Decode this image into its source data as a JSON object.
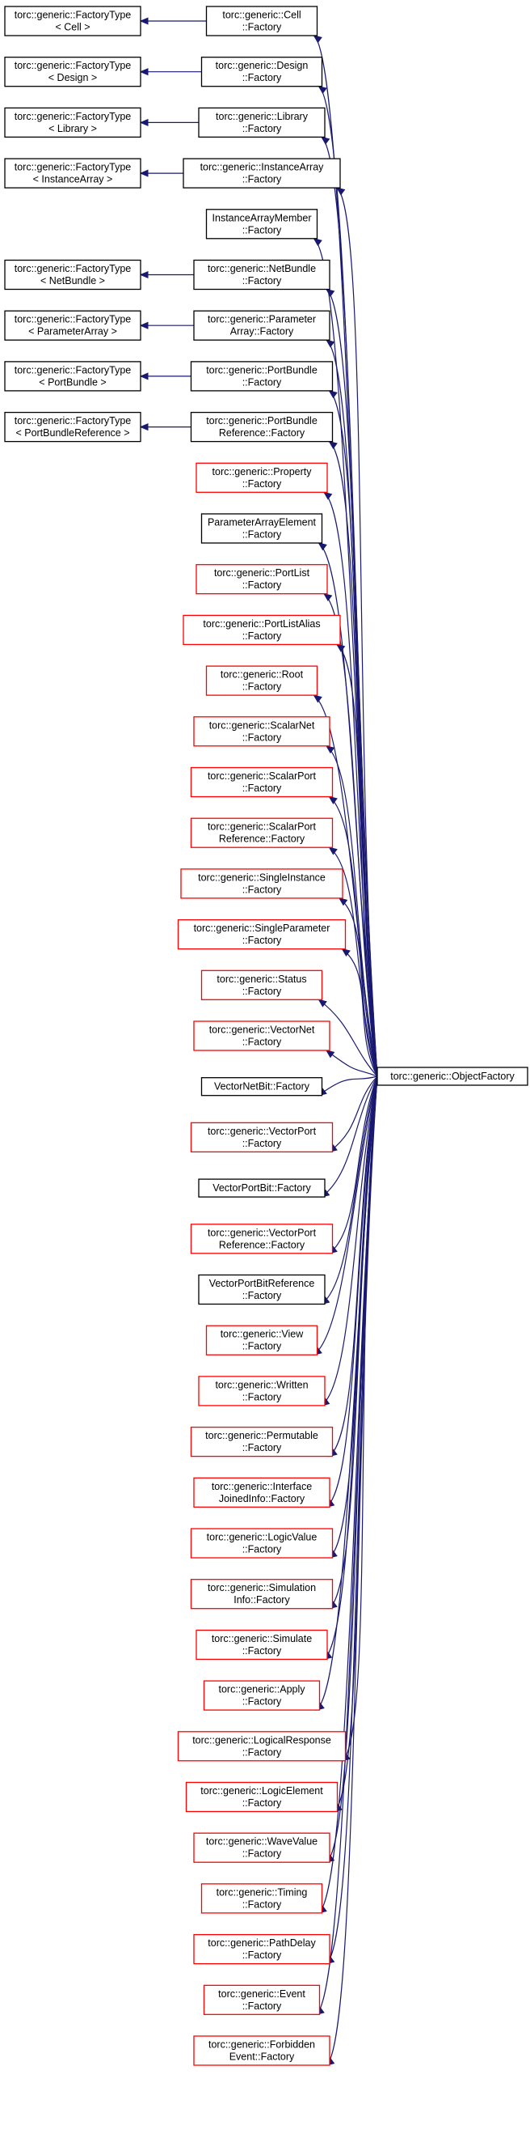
{
  "colors": {
    "edge": "#191970",
    "normal_border": "#000000",
    "undocumented_border": "#ff0000",
    "root_fill": "#bfbfbf"
  },
  "root": {
    "lines": [
      "torc::generic::ObjectFactory"
    ]
  },
  "nodes": [
    {
      "id": "cell",
      "lines": [
        "torc::generic::Cell",
        "::Factory"
      ],
      "style": "normal",
      "base": [
        "torc::generic::FactoryType",
        "< Cell >"
      ]
    },
    {
      "id": "design",
      "lines": [
        "torc::generic::Design",
        "::Factory"
      ],
      "style": "normal",
      "base": [
        "torc::generic::FactoryType",
        "< Design >"
      ]
    },
    {
      "id": "library",
      "lines": [
        "torc::generic::Library",
        "::Factory"
      ],
      "style": "normal",
      "base": [
        "torc::generic::FactoryType",
        "< Library >"
      ]
    },
    {
      "id": "instance-array",
      "lines": [
        "torc::generic::InstanceArray",
        "::Factory"
      ],
      "style": "normal",
      "base": [
        "torc::generic::FactoryType",
        "< InstanceArray >"
      ]
    },
    {
      "id": "instance-array-member",
      "lines": [
        "InstanceArrayMember",
        "::Factory"
      ],
      "style": "normal"
    },
    {
      "id": "net-bundle",
      "lines": [
        "torc::generic::NetBundle",
        "::Factory"
      ],
      "style": "normal",
      "base": [
        "torc::generic::FactoryType",
        "< NetBundle >"
      ]
    },
    {
      "id": "parameter-array",
      "lines": [
        "torc::generic::Parameter",
        "Array::Factory"
      ],
      "style": "normal",
      "base": [
        "torc::generic::FactoryType",
        "< ParameterArray >"
      ]
    },
    {
      "id": "port-bundle",
      "lines": [
        "torc::generic::PortBundle",
        "::Factory"
      ],
      "style": "normal",
      "base": [
        "torc::generic::FactoryType",
        "< PortBundle >"
      ]
    },
    {
      "id": "port-bundle-reference",
      "lines": [
        "torc::generic::PortBundle",
        "Reference::Factory"
      ],
      "style": "normal",
      "base": [
        "torc::generic::FactoryType",
        "< PortBundleReference >"
      ]
    },
    {
      "id": "property",
      "lines": [
        "torc::generic::Property",
        "::Factory"
      ],
      "style": "red"
    },
    {
      "id": "parameter-array-element",
      "lines": [
        "ParameterArrayElement",
        "::Factory"
      ],
      "style": "normal"
    },
    {
      "id": "port-list",
      "lines": [
        "torc::generic::PortList",
        "::Factory"
      ],
      "style": "red"
    },
    {
      "id": "port-list-alias",
      "lines": [
        "torc::generic::PortListAlias",
        "::Factory"
      ],
      "style": "red"
    },
    {
      "id": "root-factory",
      "lines": [
        "torc::generic::Root",
        "::Factory"
      ],
      "style": "red"
    },
    {
      "id": "scalar-net",
      "lines": [
        "torc::generic::ScalarNet",
        "::Factory"
      ],
      "style": "red"
    },
    {
      "id": "scalar-port",
      "lines": [
        "torc::generic::ScalarPort",
        "::Factory"
      ],
      "style": "red"
    },
    {
      "id": "scalar-port-reference",
      "lines": [
        "torc::generic::ScalarPort",
        "Reference::Factory"
      ],
      "style": "red"
    },
    {
      "id": "single-instance",
      "lines": [
        "torc::generic::SingleInstance",
        "::Factory"
      ],
      "style": "red"
    },
    {
      "id": "single-parameter",
      "lines": [
        "torc::generic::SingleParameter",
        "::Factory"
      ],
      "style": "red"
    },
    {
      "id": "status",
      "lines": [
        "torc::generic::Status",
        "::Factory"
      ],
      "style": "red"
    },
    {
      "id": "vector-net",
      "lines": [
        "torc::generic::VectorNet",
        "::Factory"
      ],
      "style": "red"
    },
    {
      "id": "vector-net-bit",
      "lines": [
        "VectorNetBit::Factory"
      ],
      "style": "normal"
    },
    {
      "id": "vector-port",
      "lines": [
        "torc::generic::VectorPort",
        "::Factory"
      ],
      "style": "red"
    },
    {
      "id": "vector-port-bit",
      "lines": [
        "VectorPortBit::Factory"
      ],
      "style": "normal"
    },
    {
      "id": "vector-port-reference",
      "lines": [
        "torc::generic::VectorPort",
        "Reference::Factory"
      ],
      "style": "red"
    },
    {
      "id": "vector-port-bit-reference",
      "lines": [
        "VectorPortBitReference",
        "::Factory"
      ],
      "style": "normal"
    },
    {
      "id": "view",
      "lines": [
        "torc::generic::View",
        "::Factory"
      ],
      "style": "red"
    },
    {
      "id": "written",
      "lines": [
        "torc::generic::Written",
        "::Factory"
      ],
      "style": "red"
    },
    {
      "id": "permutable",
      "lines": [
        "torc::generic::Permutable",
        "::Factory"
      ],
      "style": "red"
    },
    {
      "id": "interface-joined-info",
      "lines": [
        "torc::generic::Interface",
        "JoinedInfo::Factory"
      ],
      "style": "red"
    },
    {
      "id": "logic-value",
      "lines": [
        "torc::generic::LogicValue",
        "::Factory"
      ],
      "style": "red"
    },
    {
      "id": "simulation-info",
      "lines": [
        "torc::generic::Simulation",
        "Info::Factory"
      ],
      "style": "red"
    },
    {
      "id": "simulate",
      "lines": [
        "torc::generic::Simulate",
        "::Factory"
      ],
      "style": "red"
    },
    {
      "id": "apply",
      "lines": [
        "torc::generic::Apply",
        "::Factory"
      ],
      "style": "red"
    },
    {
      "id": "logical-response",
      "lines": [
        "torc::generic::LogicalResponse",
        "::Factory"
      ],
      "style": "red"
    },
    {
      "id": "logic-element",
      "lines": [
        "torc::generic::LogicElement",
        "::Factory"
      ],
      "style": "red"
    },
    {
      "id": "wave-value",
      "lines": [
        "torc::generic::WaveValue",
        "::Factory"
      ],
      "style": "red"
    },
    {
      "id": "timing",
      "lines": [
        "torc::generic::Timing",
        "::Factory"
      ],
      "style": "red"
    },
    {
      "id": "path-delay",
      "lines": [
        "torc::generic::PathDelay",
        "::Factory"
      ],
      "style": "red"
    },
    {
      "id": "event",
      "lines": [
        "torc::generic::Event",
        "::Factory"
      ],
      "style": "red"
    },
    {
      "id": "forbidden-event",
      "lines": [
        "torc::generic::Forbidden",
        "Event::Factory"
      ],
      "style": "red"
    }
  ]
}
